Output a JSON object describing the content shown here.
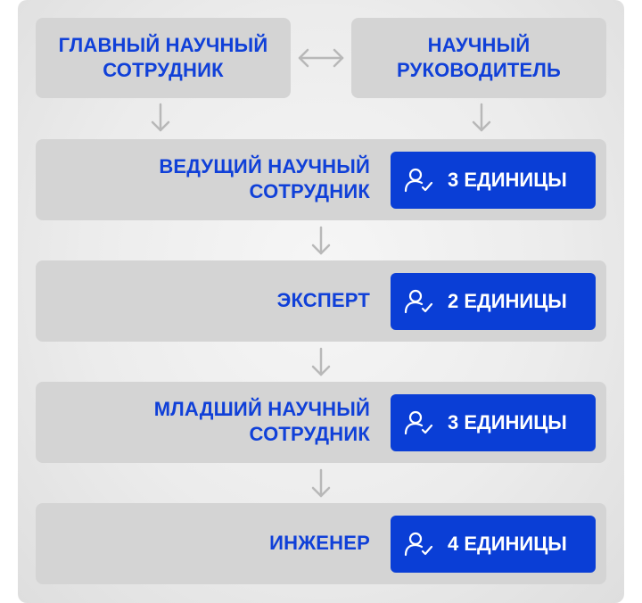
{
  "top": {
    "left_box": {
      "line1": "ГЛАВНЫЙ НАУЧНЫЙ",
      "line2": "СОТРУДНИК"
    },
    "right_box": {
      "line1": "НАУЧНЫЙ",
      "line2": "РУКОВОДИТЕЛЬ"
    }
  },
  "levels": [
    {
      "line1": "ВЕДУЩИЙ НАУЧНЫЙ",
      "line2": "СОТРУДНИК",
      "badge": "3 ЕДИНИЦЫ"
    },
    {
      "line1": "ЭКСПЕРТ",
      "line2": "",
      "badge": "2 ЕДИНИЦЫ"
    },
    {
      "line1": "МЛАДШИЙ НАУЧНЫЙ",
      "line2": "СОТРУДНИК",
      "badge": "3 ЕДИНИЦЫ"
    },
    {
      "line1": "ИНЖЕНЕР",
      "line2": "",
      "badge": "4 ЕДИНИЦЫ"
    }
  ],
  "icons": {
    "link": "double-arrow-icon",
    "flow": "arrow-down-icon",
    "badge": "user-check-icon"
  },
  "colors": {
    "text_blue": "#1040d8",
    "badge_blue": "#0a3ed6",
    "box_gray": "#d4d4d4",
    "arrow_gray": "#b8b8b8"
  }
}
